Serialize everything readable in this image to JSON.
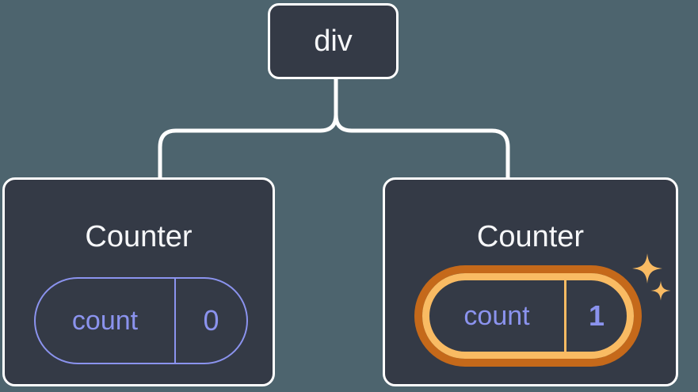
{
  "diagram": {
    "root": {
      "label": "div"
    },
    "children": [
      {
        "title": "Counter",
        "state": {
          "key": "count",
          "value": "0"
        },
        "highlighted": false
      },
      {
        "title": "Counter",
        "state": {
          "key": "count",
          "value": "1"
        },
        "highlighted": true
      }
    ]
  },
  "colors": {
    "background": "#4d646e",
    "node_fill": "#343a46",
    "node_border": "#ffffff",
    "node_text": "#f6f7f9",
    "state_accent": "#8b93ee",
    "highlight_ring_outer": "#c5691a",
    "highlight_ring_inner": "#f9bb63",
    "sparkle": "#f9bb63",
    "connector": "#ffffff"
  }
}
